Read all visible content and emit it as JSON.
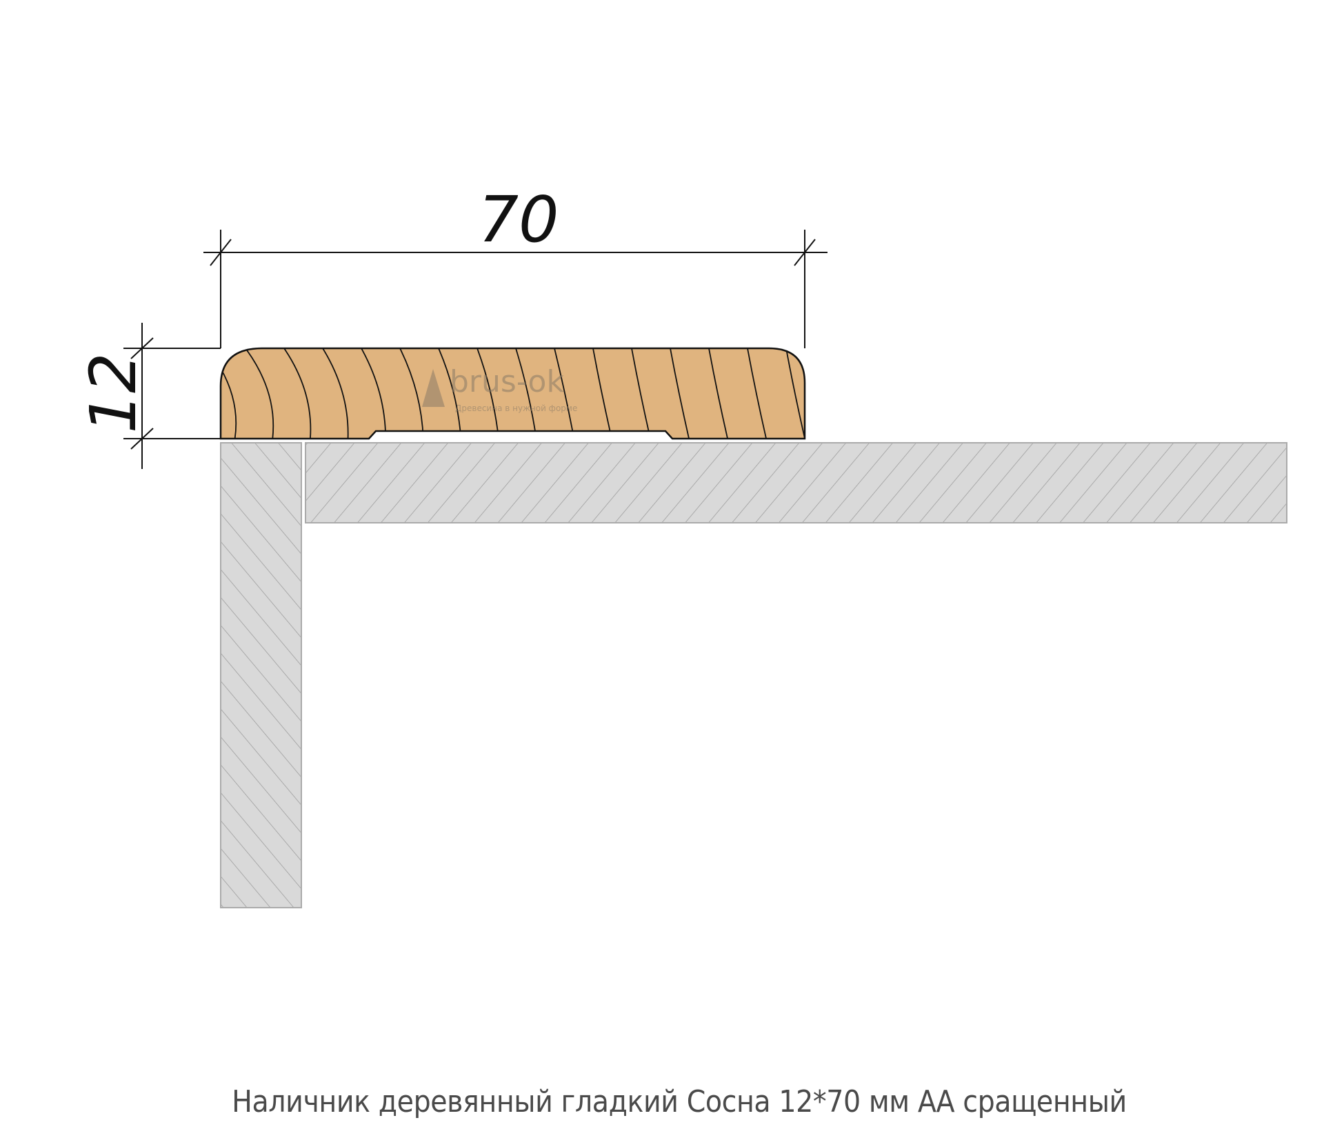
{
  "dimensions": {
    "width_label": "70",
    "height_label": "12"
  },
  "watermark": {
    "brand": "brus-ok",
    "tagline": "Древесина в нужной форме"
  },
  "caption": "Наличник деревянный гладкий Сосна 12*70 мм АА сращенный",
  "colors": {
    "wood": "#e0b47f",
    "wall": "#d9d9d9",
    "hatch": "#9a9a9a",
    "line": "#111111",
    "caption": "#4a4a4a"
  }
}
